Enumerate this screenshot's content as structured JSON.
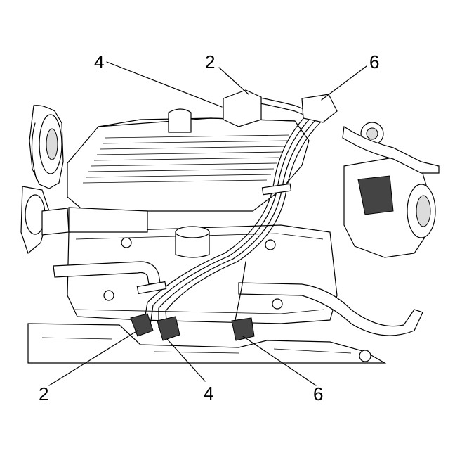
{
  "figure": {
    "callouts": {
      "top_left": "4",
      "top_mid": "2",
      "top_right": "6",
      "bottom_left": "2",
      "bottom_mid": "4",
      "bottom_right": "6"
    }
  }
}
